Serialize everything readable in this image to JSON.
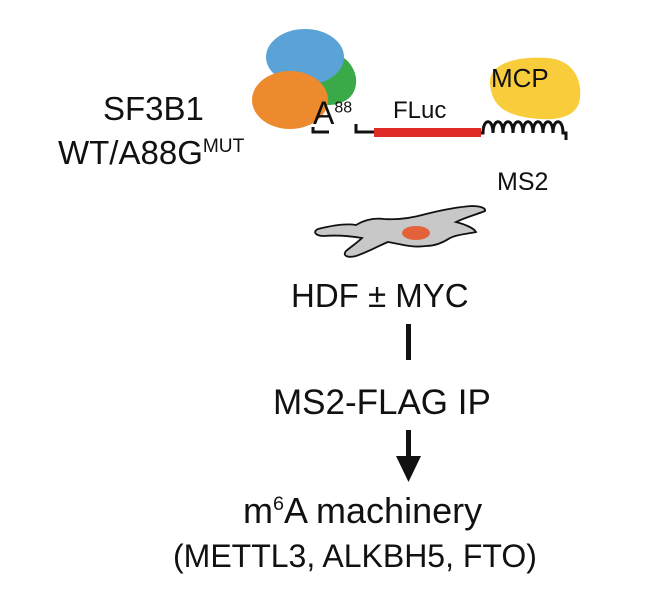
{
  "labels": {
    "sf3b1": "SF3B1",
    "genotype_main": "WT/A88G",
    "genotype_sup": "MUT",
    "adenosine_letter": "A",
    "adenosine_position": "88",
    "reporter": "FLuc",
    "coat_protein": "MCP",
    "stem_loops": "MS2",
    "cells": "HDF ± MYC",
    "step": "MS2-FLAG IP",
    "result_prefix": "m",
    "result_sup": "6",
    "result_suffix": "A machinery",
    "result_detail": "(METTL3, ALKBH5, FTO)"
  },
  "colors": {
    "sf3b1_blue": "#5BA3D6",
    "sf3b1_green": "#3AAA48",
    "sf3b1_orange": "#EE8A2E",
    "fluc_red": "#E02A26",
    "mcp_yellow": "#F9CC3C",
    "cell_gray": "#C8C8C8",
    "nucleus_orange": "#E4623A"
  }
}
